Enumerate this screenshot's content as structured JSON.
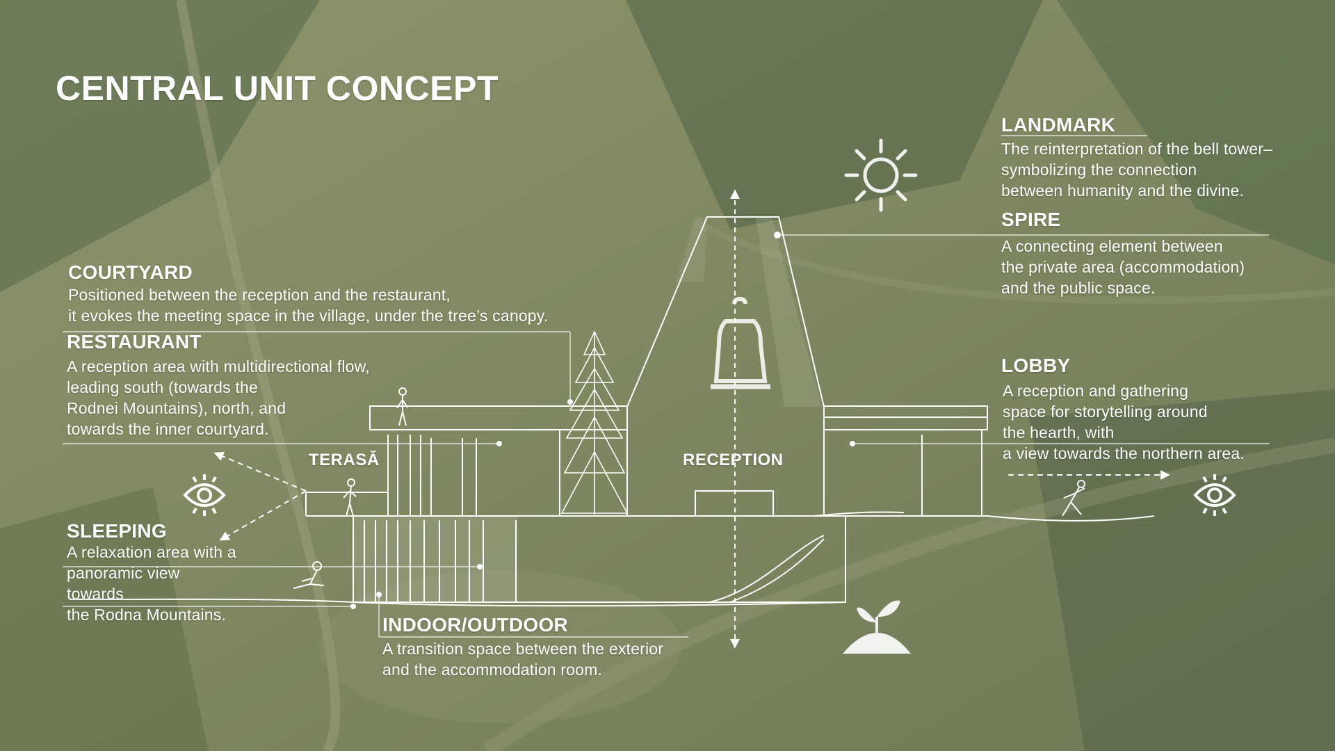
{
  "page": {
    "title": "CENTRAL UNIT CONCEPT"
  },
  "sections": {
    "landmark": {
      "heading": "LANDMARK",
      "body": "The reinterpretation of the bell tower–\nsymbolizing the connection\nbetween humanity and the divine."
    },
    "spire": {
      "heading": "SPIRE",
      "body": "A connecting element between\nthe private area (accommodation)\nand the public space."
    },
    "courtyard": {
      "heading": "COURTYARD",
      "body": "Positioned between the reception and the restaurant,\nit evokes the meeting space in the village, under the tree’s canopy."
    },
    "restaurant": {
      "heading": "RESTAURANT",
      "body": "A reception area with multidirectional  flow,\nleading south (towards the\nRodnei Mountains), north, and\ntowards the inner courtyard."
    },
    "lobby": {
      "heading": "LOBBY",
      "body": "A reception and gathering\nspace for storytelling around\n the hearth, with\na view towards the northern area."
    },
    "sleeping": {
      "heading": "SLEEPING",
      "body": "A relaxation area with a\npanoramic view\ntowards\nthe Rodna Mountains."
    },
    "indoor_outdoor": {
      "heading": "INDOOR/OUTDOOR",
      "body": "A transition space between the exterior\nand the accommodation room."
    }
  },
  "labels": {
    "terasa": "TERASĂ",
    "reception": "RECEPTION"
  },
  "icons": {
    "sun": "sun-icon",
    "eye_left": "eye-icon",
    "eye_right": "eye-icon",
    "sprout": "sprout-icon",
    "bell": "bell-icon",
    "tree": "tree-icon"
  },
  "colors": {
    "line": "#ffffff",
    "background": "#7f8962"
  }
}
